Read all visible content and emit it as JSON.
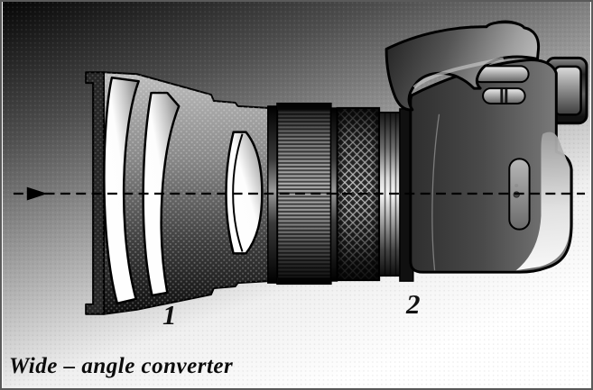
{
  "figure": {
    "caption": "Wide – angle converter",
    "callouts": [
      {
        "id": "1",
        "refers_to": "wide-angle-converter-attachment"
      },
      {
        "id": "2",
        "refers_to": "camera-lens-barrel"
      }
    ],
    "parts": {
      "converter": "wide-angle converter shown in cross-section with three lens element groups",
      "lens_barrel": "camera lens with ribbed focus ring and knurled zoom ring",
      "camera_body": "SLR camera body with pentaprism housing, shutter button, mode switch and viewfinder eyepiece",
      "optical_axis": "dashed optical axis with arrow entering from the left"
    },
    "colors": {
      "background_dark": "#0a0a0a",
      "background_light": "#ffffff",
      "outline": "#000000",
      "frame_border": "#5a5a5a",
      "lens_glass": "#ffffff",
      "housing_gray": "#8a8a8a"
    }
  }
}
